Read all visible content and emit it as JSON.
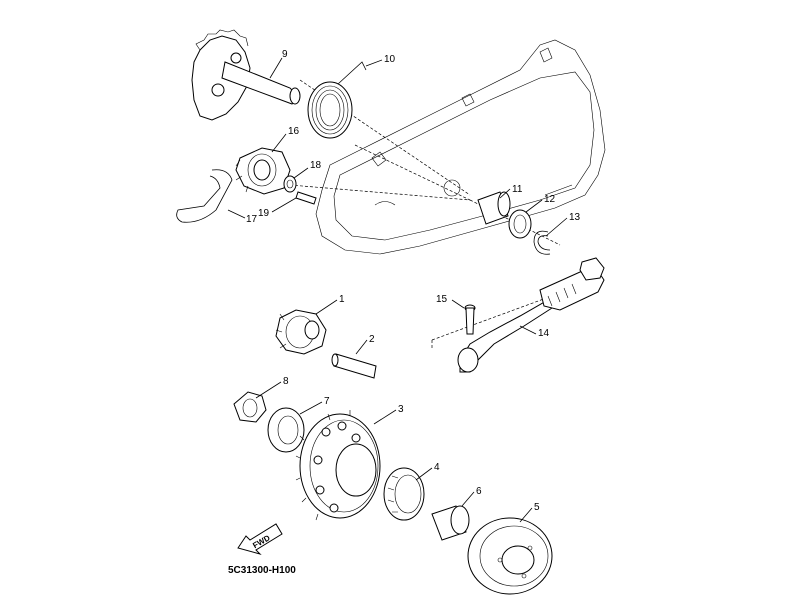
{
  "diagram": {
    "code": "5C31300-H100",
    "fwd_label": "FWD",
    "parts": [
      {
        "id": "p1",
        "label": "1"
      },
      {
        "id": "p2",
        "label": "2"
      },
      {
        "id": "p3",
        "label": "3"
      },
      {
        "id": "p4",
        "label": "4"
      },
      {
        "id": "p5",
        "label": "5"
      },
      {
        "id": "p6",
        "label": "6"
      },
      {
        "id": "p7",
        "label": "7"
      },
      {
        "id": "p8",
        "label": "8"
      },
      {
        "id": "p9",
        "label": "9"
      },
      {
        "id": "p10",
        "label": "10"
      },
      {
        "id": "p11",
        "label": "11"
      },
      {
        "id": "p12",
        "label": "12"
      },
      {
        "id": "p13",
        "label": "13"
      },
      {
        "id": "p14",
        "label": "14"
      },
      {
        "id": "p15",
        "label": "15"
      },
      {
        "id": "p16",
        "label": "16"
      },
      {
        "id": "p17",
        "label": "17"
      },
      {
        "id": "p18",
        "label": "18"
      },
      {
        "id": "p19",
        "label": "19"
      }
    ]
  }
}
